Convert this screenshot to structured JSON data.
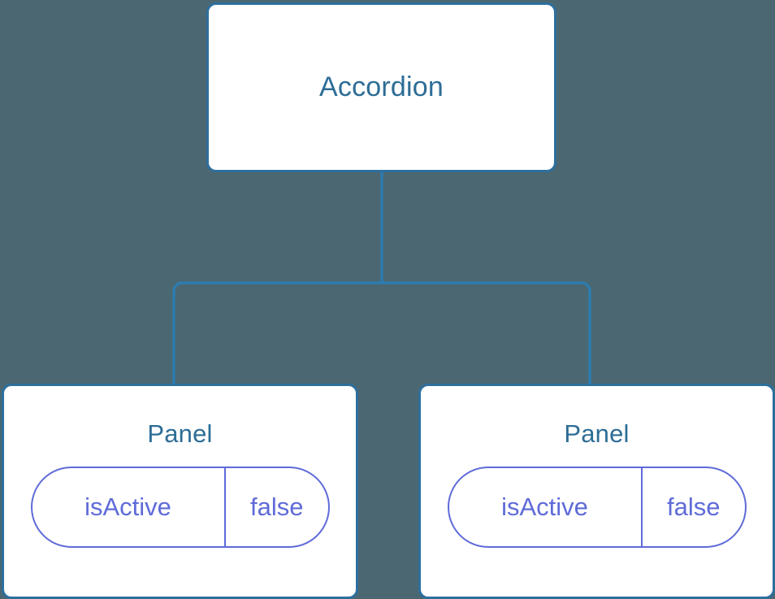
{
  "diagram": {
    "type": "component-tree",
    "background_color": "#4b6772",
    "node_border_color": "#2d6f9e",
    "node_fill_color": "#ffffff",
    "title_color": "#2d6d96",
    "badge_color": "#5f6bd8",
    "connector_color": "#2d7cb0",
    "root": {
      "label": "Accordion"
    },
    "children": [
      {
        "label": "Panel",
        "props": [
          {
            "key": "isActive",
            "value": "false"
          }
        ]
      },
      {
        "label": "Panel",
        "props": [
          {
            "key": "isActive",
            "value": "false"
          }
        ]
      }
    ]
  }
}
